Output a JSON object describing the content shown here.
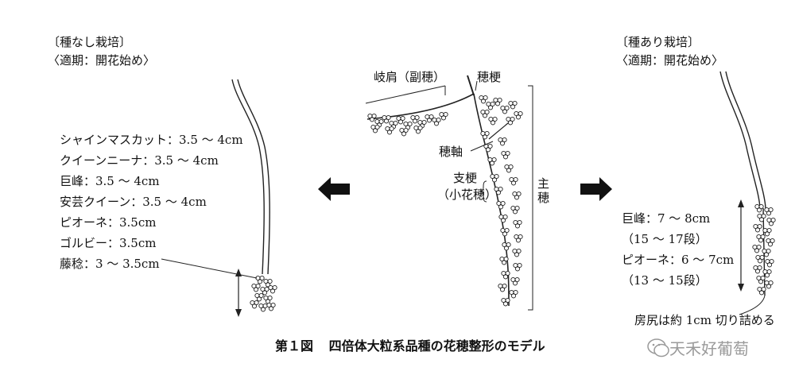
{
  "left_panel": {
    "title": "〔種なし栽培〕",
    "period": "〈適期：開花始め〉",
    "specs": [
      "シャインマスカット：3.5 ～ 4cm",
      "クイーンニーナ：3.5 ～ 4cm",
      "巨峰：3.5 ～ 4cm",
      "安芸クイーン：3.5 ～ 4cm",
      "ピオーネ：3.5cm",
      "ゴルビー：3.5cm",
      "藤稔：3 ～ 3.5cm"
    ]
  },
  "center_panel": {
    "shoulder": "岐肩（副穂）",
    "stalk": "穂梗",
    "axis": "穂軸",
    "branch": "支梗",
    "small_cluster": "（小花穂）",
    "main": "主穂"
  },
  "right_panel": {
    "title": "〔種あり栽培〕",
    "period": "〈適期：開花始め〉",
    "specs": [
      "巨峰：7 ～ 8cm",
      "（15 ～ 17段）",
      "ピオーネ：6 ～ 7cm",
      "（13 ～ 15段）"
    ],
    "note": "房尻は約 1cm 切り詰める"
  },
  "caption": {
    "fig": "第１図",
    "text": "四倍体大粒系品種の花穂整形のモデル"
  },
  "watermark": "天禾好葡萄"
}
